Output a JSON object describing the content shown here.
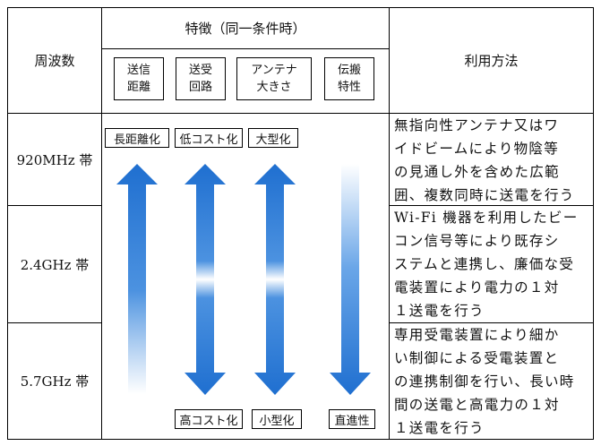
{
  "header": {
    "band_label": "周波数",
    "features_label": "特徴（同一条件時）",
    "usage_label": "利用方法",
    "sub_headers": [
      [
        "送信",
        "距離"
      ],
      [
        "送受",
        "回路"
      ],
      [
        "アンテナ",
        "大きさ"
      ],
      [
        "伝搬",
        "特性"
      ]
    ]
  },
  "rows": [
    {
      "band": "920MHz 帯",
      "description": [
        "無指向性アンテナ又はワ",
        "イドビームにより物陰等",
        "の見通し外を含めた広範",
        "囲、複数同時に送電を行う"
      ]
    },
    {
      "band": "2.4GHz 帯",
      "description": [
        "Wi-Fi 機器を利用したビー",
        "コン信号等により既存シ",
        "ステムと連携し、廉価な受",
        "電装置により電力の１対",
        "１送電を行う"
      ]
    },
    {
      "band": "5.7GHz 帯",
      "description": [
        "専用受電装置により細か",
        "い制御による受電装置と",
        "の連携制御を行い、長い時",
        "間の送電と高電力の１対",
        "１送電を行う"
      ]
    }
  ],
  "arrows": {
    "top_labels": [
      "長距離化",
      "低コスト化",
      "大型化"
    ],
    "bottom_labels": [
      "高コスト化",
      "小型化",
      "直進性"
    ],
    "color": "#1f6fd0"
  }
}
